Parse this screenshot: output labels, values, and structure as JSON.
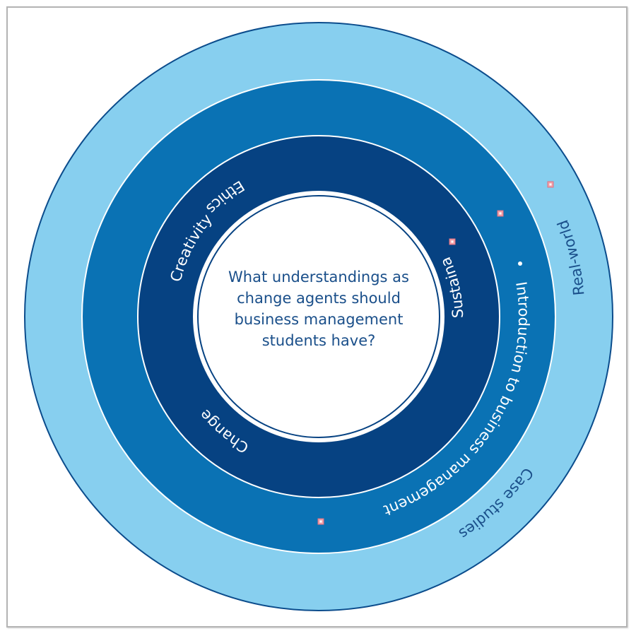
{
  "diagram": {
    "center_question_lines": [
      "What understandings as",
      "change agents should",
      "business management",
      "students have?"
    ],
    "rings": [
      {
        "name": "outer",
        "color": "#87cfef",
        "labels": [
          "Real-world",
          "Case studies"
        ],
        "label_color": "#1a4f8a"
      },
      {
        "name": "second",
        "color": "#0a72b4",
        "labels": [
          "Introduction to business management"
        ],
        "label_color": "#ffffff"
      },
      {
        "name": "third",
        "color": "#064282",
        "labels": [
          "Creativity",
          "Ethics",
          "Sustaina",
          "Change"
        ],
        "label_color": "#ffffff"
      },
      {
        "name": "center",
        "color": "#ffffff",
        "border_color": "#064282"
      }
    ],
    "labels": {
      "real_world": "Real-world",
      "case_studies": "Case studies",
      "intro": "Introduction to business management",
      "creativity": "Creativity",
      "ethics": "Ethics",
      "sustaina": "Sustaina",
      "change": "Change"
    },
    "markers": [
      {
        "type": "broken-image-icon",
        "ring": "outer"
      },
      {
        "type": "broken-image-icon",
        "ring": "second"
      },
      {
        "type": "broken-image-icon",
        "ring": "third"
      },
      {
        "type": "broken-image-icon",
        "ring": "second"
      },
      {
        "type": "dot",
        "ring": "second"
      }
    ]
  }
}
